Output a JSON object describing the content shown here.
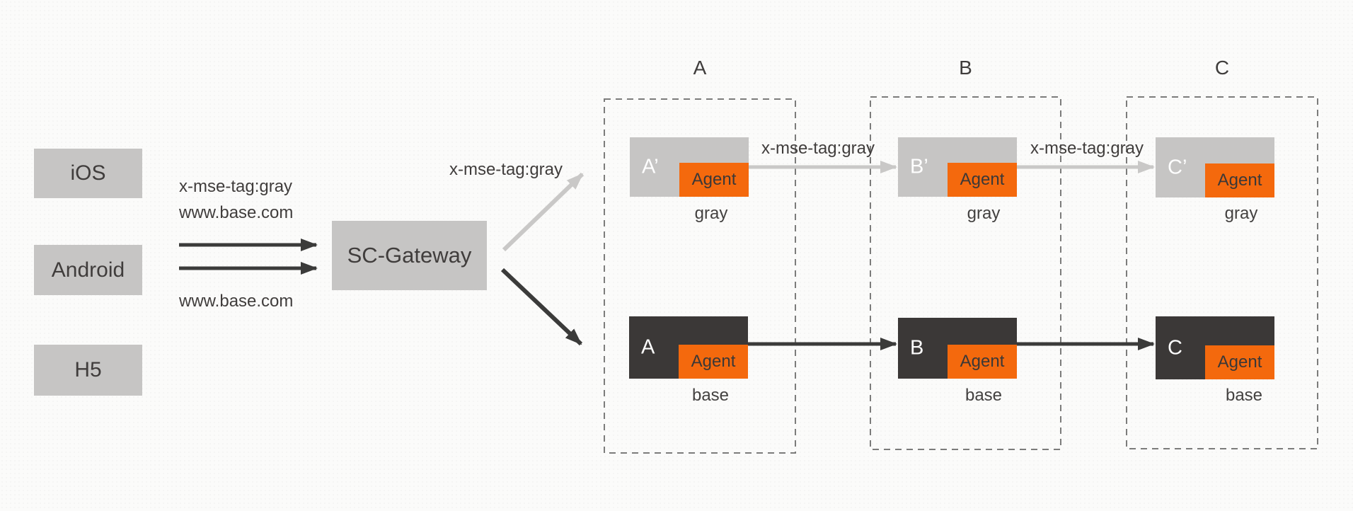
{
  "diagram": {
    "clients": [
      {
        "label": "iOS"
      },
      {
        "label": "Android"
      },
      {
        "label": "H5"
      }
    ],
    "gateway": {
      "label": "SC-Gateway"
    },
    "ingress": {
      "gray_header_label": "x-mse-tag:gray",
      "base_domain_top": "www.base.com",
      "base_domain_bottom": "www.base.com"
    },
    "routes": {
      "gateway_gray_label": "x-mse-tag:gray",
      "hop_a_b_label": "x-mse-tag:gray",
      "hop_b_c_label": "x-mse-tag:gray"
    },
    "columns": [
      {
        "title": "A",
        "gray": {
          "name": "A’",
          "agent_label": "Agent",
          "env_label": "gray"
        },
        "base": {
          "name": "A",
          "agent_label": "Agent",
          "env_label": "base"
        }
      },
      {
        "title": "B",
        "gray": {
          "name": "B’",
          "agent_label": "Agent",
          "env_label": "gray"
        },
        "base": {
          "name": "B",
          "agent_label": "Agent",
          "env_label": "base"
        }
      },
      {
        "title": "C",
        "gray": {
          "name": "C’",
          "agent_label": "Agent",
          "env_label": "gray"
        },
        "base": {
          "name": "C",
          "agent_label": "Agent",
          "env_label": "base"
        }
      }
    ],
    "colors": {
      "agent_orange": "#F4690D",
      "base_box_dark": "#3B3837",
      "box_gray": "#C6C5C4",
      "arrow_gray": "#C9C8C7",
      "arrow_dark": "#3B3B3A",
      "dashed_border_gray": "#7C7C7B",
      "text_dark": "#403D3C",
      "background": "#FBFBFA"
    }
  }
}
